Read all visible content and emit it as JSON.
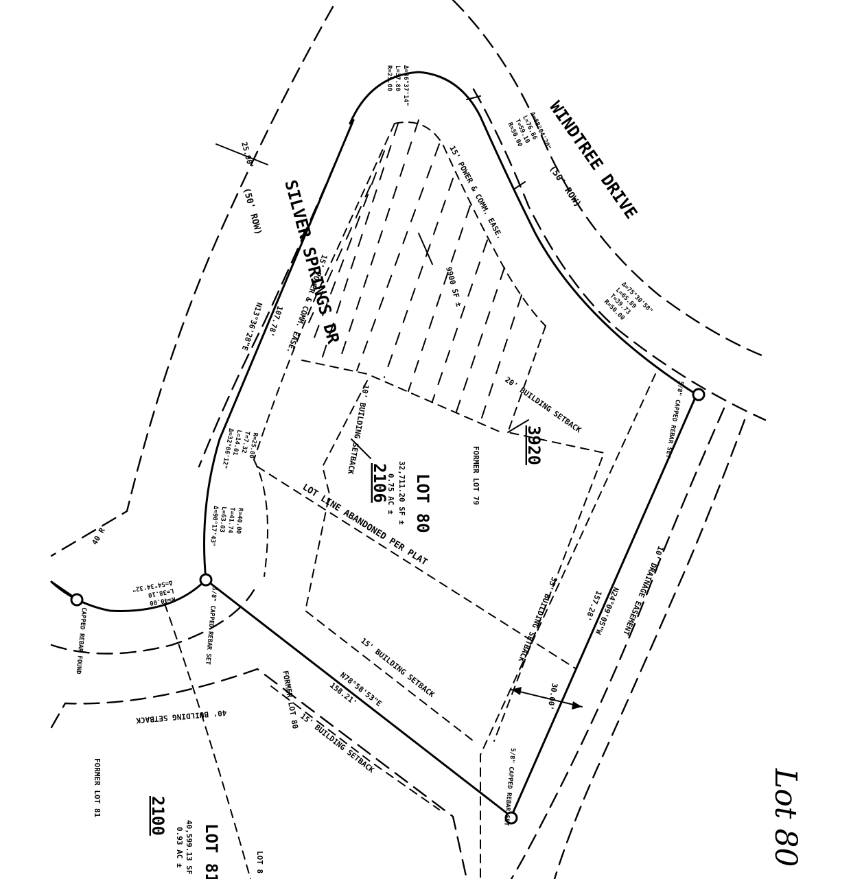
{
  "streets": {
    "windtree_name": "WINDTREE DRIVE",
    "windtree_row": "(50' ROW)",
    "silver_name": "SILVER SPRINGS DR",
    "silver_row": "(50' ROW)",
    "silver_width": "25.00'"
  },
  "lot80": {
    "title": "LOT 80",
    "area_sqft": "32,711.20 SF ±",
    "area_ac": "0.75 AC ±",
    "address": "2106",
    "hatch_area": "9900 SF ±"
  },
  "former_lot79": {
    "label": "FORMER LOT 79",
    "address": "3920"
  },
  "former_lot80": "FORMER LOT 80",
  "former_lot81": "FORMER LOT 81",
  "lot81": {
    "title": "LOT 81",
    "area_sqft": "40,599.13 SF ±",
    "area_ac": "0.93 AC ±",
    "address": "2100"
  },
  "partial_lot": "LOT 8",
  "setbacks": {
    "s20": "20' BUILDING SETBACK",
    "s10": "10' BUILDING SETBACK",
    "s35": "35' BUILDING SETBACK",
    "s15a": "15' BUILDING SETBACK",
    "s15b": "15' BUILDING SETBACK",
    "s40": "40' BUILDING SETBACK"
  },
  "easements": {
    "windtree": "15' POWER & COMM. EASE.",
    "silver": "15' POWER & COMM. EASE.",
    "drainage": "10' DRAINAGE EASEMENT"
  },
  "lot_line_note": "LOT LINE ABANDONED PER PLAT",
  "bearings": {
    "silver": "N13°36'28\"E",
    "silver_dist": "107.78'",
    "rear": "N24°09'05\"W",
    "rear_dist": "157.28'",
    "south": "N78°58'53\"E",
    "south_dist": "158.21'",
    "dim_30": "30.00'",
    "left_40": "40 R"
  },
  "curves": {
    "c1": [
      "R=25.00",
      "L=37.80",
      "Δ=86°37'14\""
    ],
    "c2": [
      "R=50.00",
      "T=59.10",
      "L=76.86",
      "Δ=88°04'20\""
    ],
    "c3": [
      "R=50.00",
      "T=39.73",
      "L=65.89",
      "Δ=75°30'58\""
    ],
    "c4": [
      "R=25.00",
      "T=7.32",
      "L=14.01",
      "Δ=32°06'12\""
    ],
    "c5": [
      "R=40.00",
      "T=41.74",
      "L=63.03",
      "Δ=90°17'43\""
    ],
    "c6": [
      "R=40.00",
      "L=38.10",
      "Δ=54°34'32\""
    ]
  },
  "monuments": {
    "m1": "5/8\" CAPPED REBAR SET",
    "m2": "5/8\" CAPPED REBAR SET",
    "m3": "5/8\" CAPPED REBAR SET",
    "m4": "CAPPED REBAR FOUND"
  },
  "handwritten": "Lot 80"
}
